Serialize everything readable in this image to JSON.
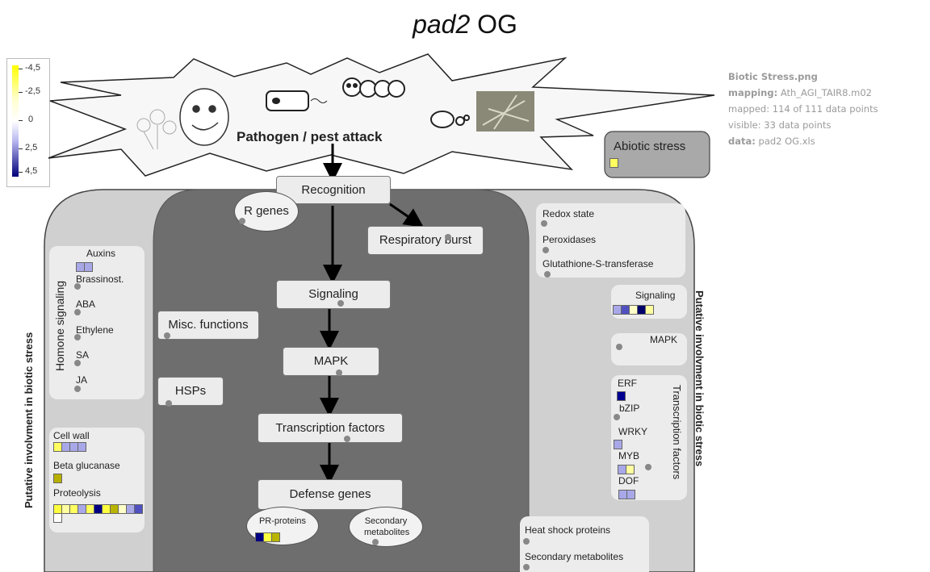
{
  "title": {
    "italic": "pad2",
    "rest": " OG"
  },
  "legend": {
    "labels": [
      "-4,5",
      "-2,5",
      "0",
      "2,5",
      "4,5"
    ],
    "colors": [
      "#ffff00",
      "#ffffff",
      "#00007a"
    ]
  },
  "info": {
    "filename": "Biotic Stress.png",
    "mapping_key": "mapping:",
    "mapping_val": "Ath_AGI_TAIR8.m02",
    "mapped": "mapped: 114 of 111 data points",
    "visible": "visible: 33 data points",
    "data_key": "data:",
    "data_val": "pad2 OG.xls"
  },
  "attack": "Pathogen / pest attack",
  "abiotic": "Abiotic stress",
  "side_label": "Putative involvment in biotic stress",
  "center": {
    "recognition": "Recognition",
    "r_genes": "R genes",
    "respiratory_burst": "Respiratory burst",
    "signaling": "Signaling",
    "misc": "Misc. functions",
    "mapk": "MAPK",
    "hsps": "HSPs",
    "tf": "Transcription factors",
    "defense": "Defense genes",
    "pr": "PR-proteins",
    "secondary": "Secondary metabolites"
  },
  "hormone": {
    "title": "Homone signaling",
    "items": [
      "Auxins",
      "Brassinost.",
      "ABA",
      "Ethylene",
      "SA",
      "JA"
    ]
  },
  "cellwall": {
    "items": [
      "Cell wall",
      "Beta glucanase",
      "Proteolysis"
    ]
  },
  "redox": {
    "items": [
      "Redox state",
      "Peroxidases",
      "Glutathione-S-transferase"
    ]
  },
  "right_signaling": "Signaling",
  "right_mapk": "MAPK",
  "tf_right": {
    "title": "Transcription factors",
    "items": [
      "ERF",
      "bZIP",
      "WRKY",
      "MYB",
      "DOF"
    ]
  },
  "bottom_right": {
    "items": [
      "Heat shock proteins",
      "Secondary metabolites"
    ]
  }
}
